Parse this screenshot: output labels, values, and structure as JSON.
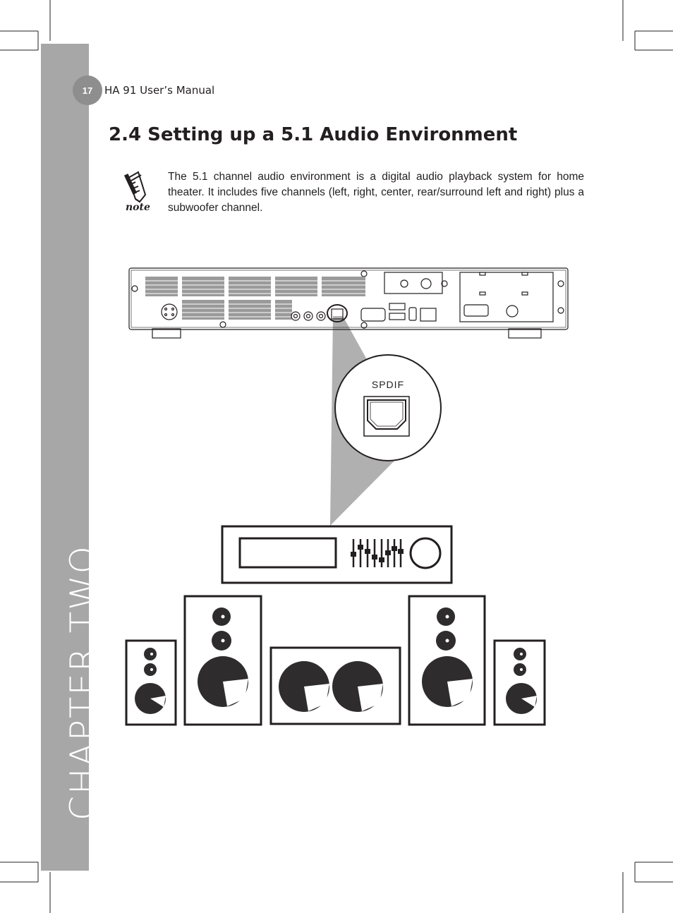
{
  "header": {
    "page_number": "17",
    "manual_title": "HA 91 User’s Manual"
  },
  "sidebar": {
    "chapter_label": "CHAPTER TWO",
    "color": "#a8a7a7"
  },
  "section": {
    "title": "2.4 Setting up a 5.1 Audio Environment"
  },
  "note": {
    "icon": "note-pencil-icon",
    "icon_text": "note",
    "text": "The 5.1 channel audio environment is a digital audio playback system for home theater.  It includes five channels (left, right, center, rear/surround left and right) plus a subwoofer channel."
  },
  "diagram": {
    "callout_label": "SPDIF",
    "callout_color": "#b1b0b0"
  }
}
